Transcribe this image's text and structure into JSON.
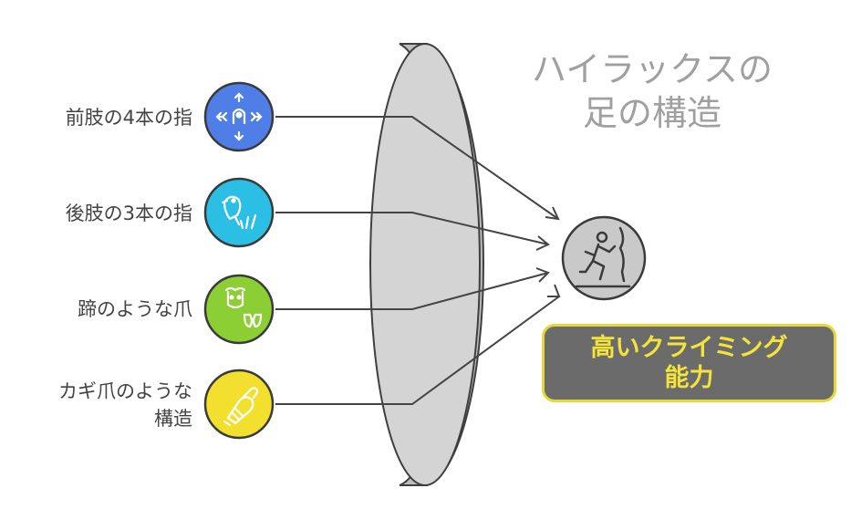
{
  "title": {
    "line1": "ハイラックスの",
    "line2": "足の構造"
  },
  "features": [
    {
      "label_lines": [
        "前肢の4本の指"
      ],
      "icon": "move-arrows-icon",
      "color": "#4f7fe6"
    },
    {
      "label_lines": [
        "後肢の3本の指"
      ],
      "icon": "bird-grass-icon",
      "color": "#2bbfe6"
    },
    {
      "label_lines": [
        "蹄のような爪"
      ],
      "icon": "cow-hoof-icon",
      "color": "#8ccf35"
    },
    {
      "label_lines": [
        "カギ爪のような",
        "構造"
      ],
      "icon": "hand-claw-icon",
      "color": "#f2df2e"
    }
  ],
  "result": {
    "line1": "高いクライミング",
    "line2": "能力",
    "icon": "climbing-person-icon"
  },
  "colors": {
    "lens": "#d2d2d2",
    "arrow": "#444444",
    "result_bg": "#6b6b6b",
    "result_text": "#f4e43a"
  }
}
